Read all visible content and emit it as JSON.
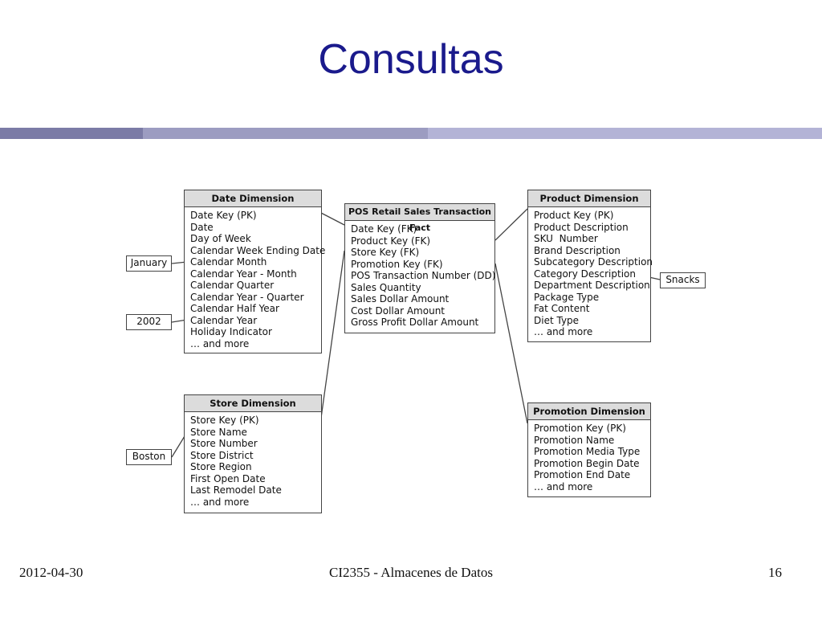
{
  "slide": {
    "title": "Consultas"
  },
  "tables": {
    "date": {
      "header": "Date Dimension",
      "rows": [
        "Date Key (PK)",
        "Date",
        "Day of Week",
        "Calendar Week Ending Date",
        "Calendar Month",
        "Calendar Year - Month",
        "Calendar Quarter",
        "Calendar Year - Quarter",
        "Calendar Half Year",
        "Calendar Year",
        "Holiday Indicator",
        "… and more"
      ]
    },
    "fact": {
      "header": "POS Retail Sales Transaction Fact",
      "rows": [
        "Date Key (FK)",
        "Product Key (FK)",
        "Store Key (FK)",
        "Promotion Key (FK)",
        "POS Transaction Number (DD)",
        "Sales Quantity",
        "Sales Dollar Amount",
        "Cost Dollar Amount",
        "Gross Profit Dollar Amount"
      ]
    },
    "product": {
      "header": "Product Dimension",
      "rows": [
        "Product Key (PK)",
        "Product Description",
        "SKU  Number",
        "Brand Description",
        "Subcategory Description",
        "Category Description",
        "Department Description",
        "Package Type",
        "Fat Content",
        "Diet Type",
        "… and more"
      ]
    },
    "store": {
      "header": "Store Dimension",
      "rows": [
        "Store Key (PK)",
        "Store Name",
        "Store Number",
        "Store District",
        "Store Region",
        "First Open Date",
        "Last Remodel Date",
        "… and more"
      ]
    },
    "promotion": {
      "header": "Promotion Dimension",
      "rows": [
        "Promotion Key (PK)",
        "Promotion Name",
        "Promotion Media Type",
        "Promotion Begin Date",
        "Promotion End Date",
        "… and more"
      ]
    }
  },
  "values": {
    "january": "January",
    "year2002": "2002",
    "boston": "Boston",
    "snacks": "Snacks"
  },
  "footer": {
    "date": "2012-04-30",
    "course": "CI2355 - Almacenes de Datos",
    "page": "16"
  }
}
